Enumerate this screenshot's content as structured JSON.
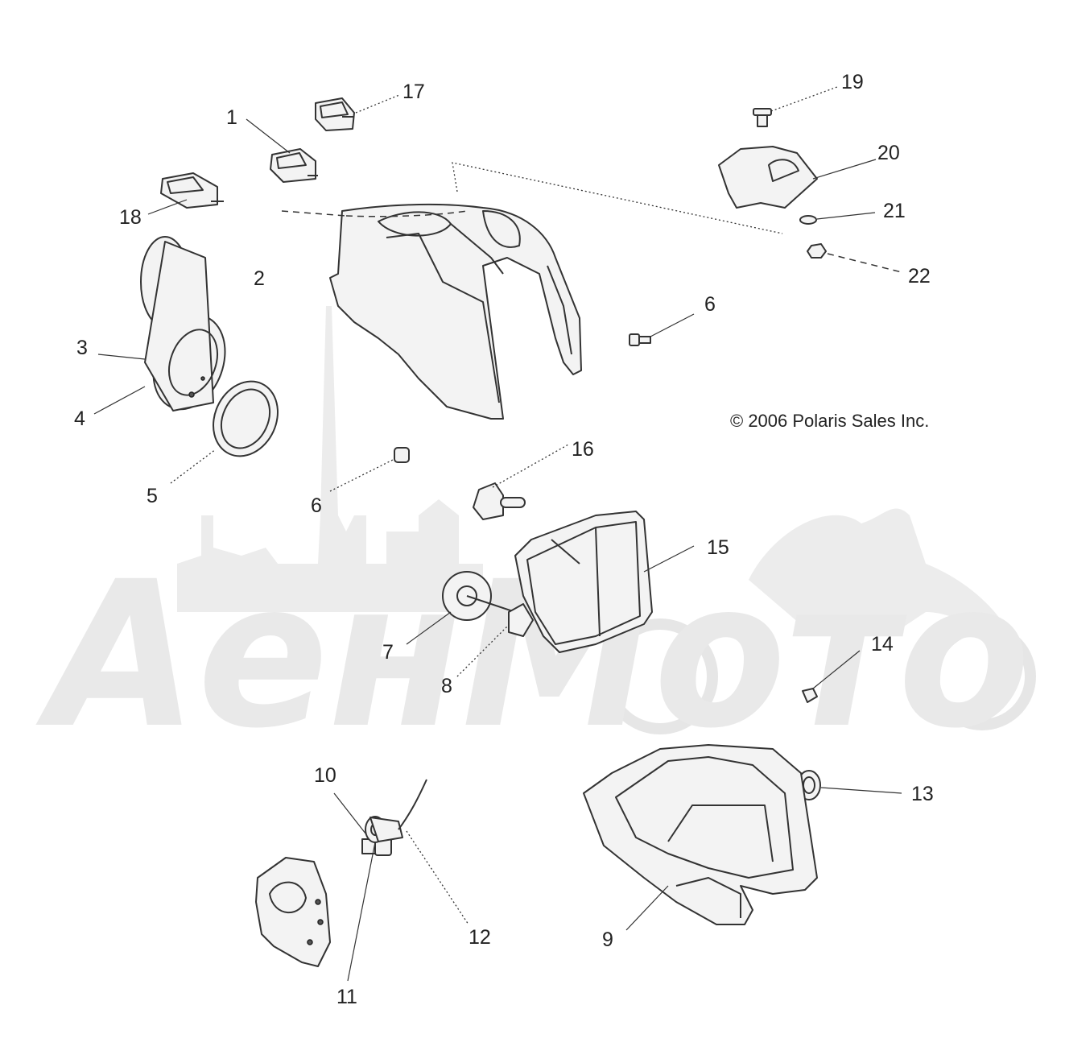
{
  "copyright": "© 2006 Polaris Sales Inc.",
  "watermark_text": "АенМото",
  "callouts": {
    "c1": "1",
    "c2": "2",
    "c3": "3",
    "c4": "4",
    "c5": "5",
    "c6a": "6",
    "c6b": "6",
    "c7": "7",
    "c8": "8",
    "c9": "9",
    "c10": "10",
    "c11": "11",
    "c12": "12",
    "c13": "13",
    "c14": "14",
    "c15": "15",
    "c16": "16",
    "c17": "17",
    "c18": "18",
    "c19": "19",
    "c20": "20",
    "c21": "21",
    "c22": "22"
  }
}
